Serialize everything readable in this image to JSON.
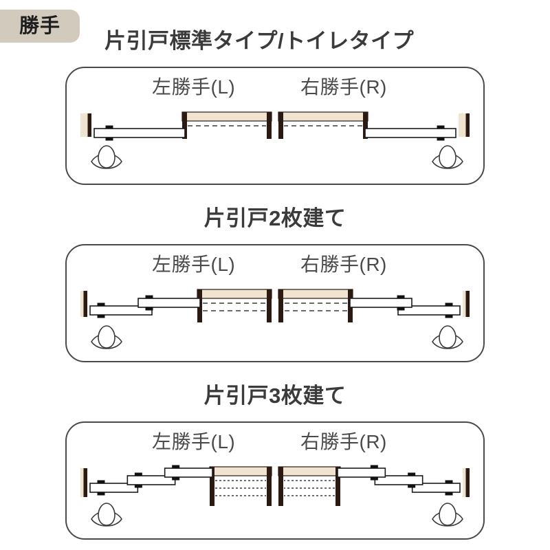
{
  "badge": {
    "label": "勝手",
    "bg_color": "#d2cabd",
    "text_color": "#1e1e1e"
  },
  "colors": {
    "wall_fill": "#f0e3d0",
    "wall_edge": "#2b1a12",
    "door_fill": "#ffffff",
    "door_stroke": "#1a1a1a",
    "handle": "#111111",
    "panel_border": "#4a4a4a",
    "dashed_track": "#3a3a3a",
    "title_text": "#3b3b3b",
    "label_text": "#4a4a4a",
    "page_bg": "#ffffff"
  },
  "sections": [
    {
      "id": "standard-toilet",
      "title": "片引戸標準タイプ/トイレタイプ",
      "door_count": 1,
      "labels": {
        "left": "左勝手(L)",
        "right": "右勝手(R)"
      },
      "person_icon": "person-top-view-icon"
    },
    {
      "id": "two-panel",
      "title": "片引戸2枚建て",
      "door_count": 2,
      "labels": {
        "left": "左勝手(L)",
        "right": "右勝手(R)"
      },
      "person_icon": "person-top-view-icon"
    },
    {
      "id": "three-panel",
      "title": "片引戸3枚建て",
      "door_count": 3,
      "labels": {
        "left": "左勝手(L)",
        "right": "右勝手(R)"
      },
      "person_icon": "person-top-view-icon"
    }
  ]
}
